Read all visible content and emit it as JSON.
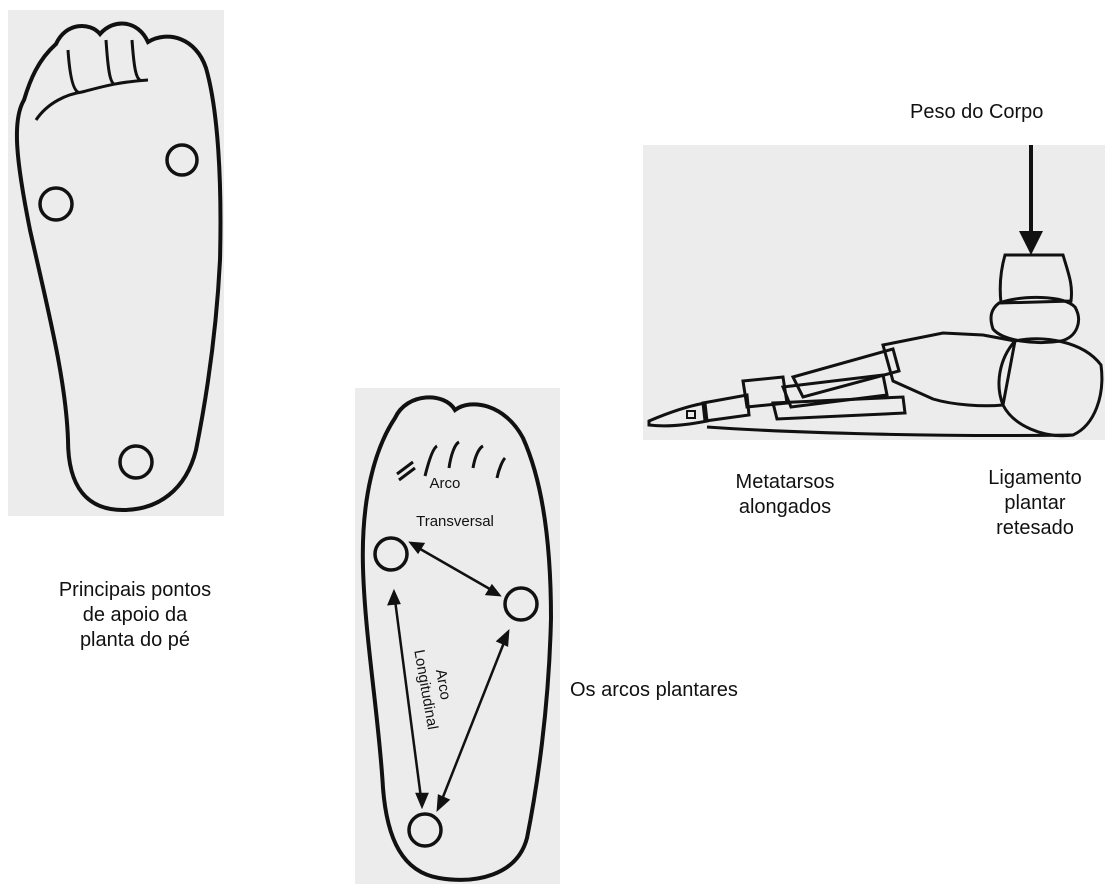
{
  "figures": {
    "foot_sole_points": {
      "caption_lines": [
        "Principais pontos",
        "de apoio da",
        "planta do pé"
      ]
    },
    "arches": {
      "caption": "Os arcos plantares",
      "transverse_label_lines": [
        "Arco",
        "Transversal"
      ],
      "longitudinal_label_lines": [
        "Arco",
        "Longitudinal"
      ]
    },
    "foot_side": {
      "weight_label": "Peso do Corpo",
      "metatarsals_lines": [
        "Metatarsos",
        "alongados"
      ],
      "ligament_lines": [
        "Ligamento",
        "plantar",
        "retesado"
      ]
    }
  },
  "colors": {
    "ink": "#111111",
    "paper": "#ececec"
  }
}
